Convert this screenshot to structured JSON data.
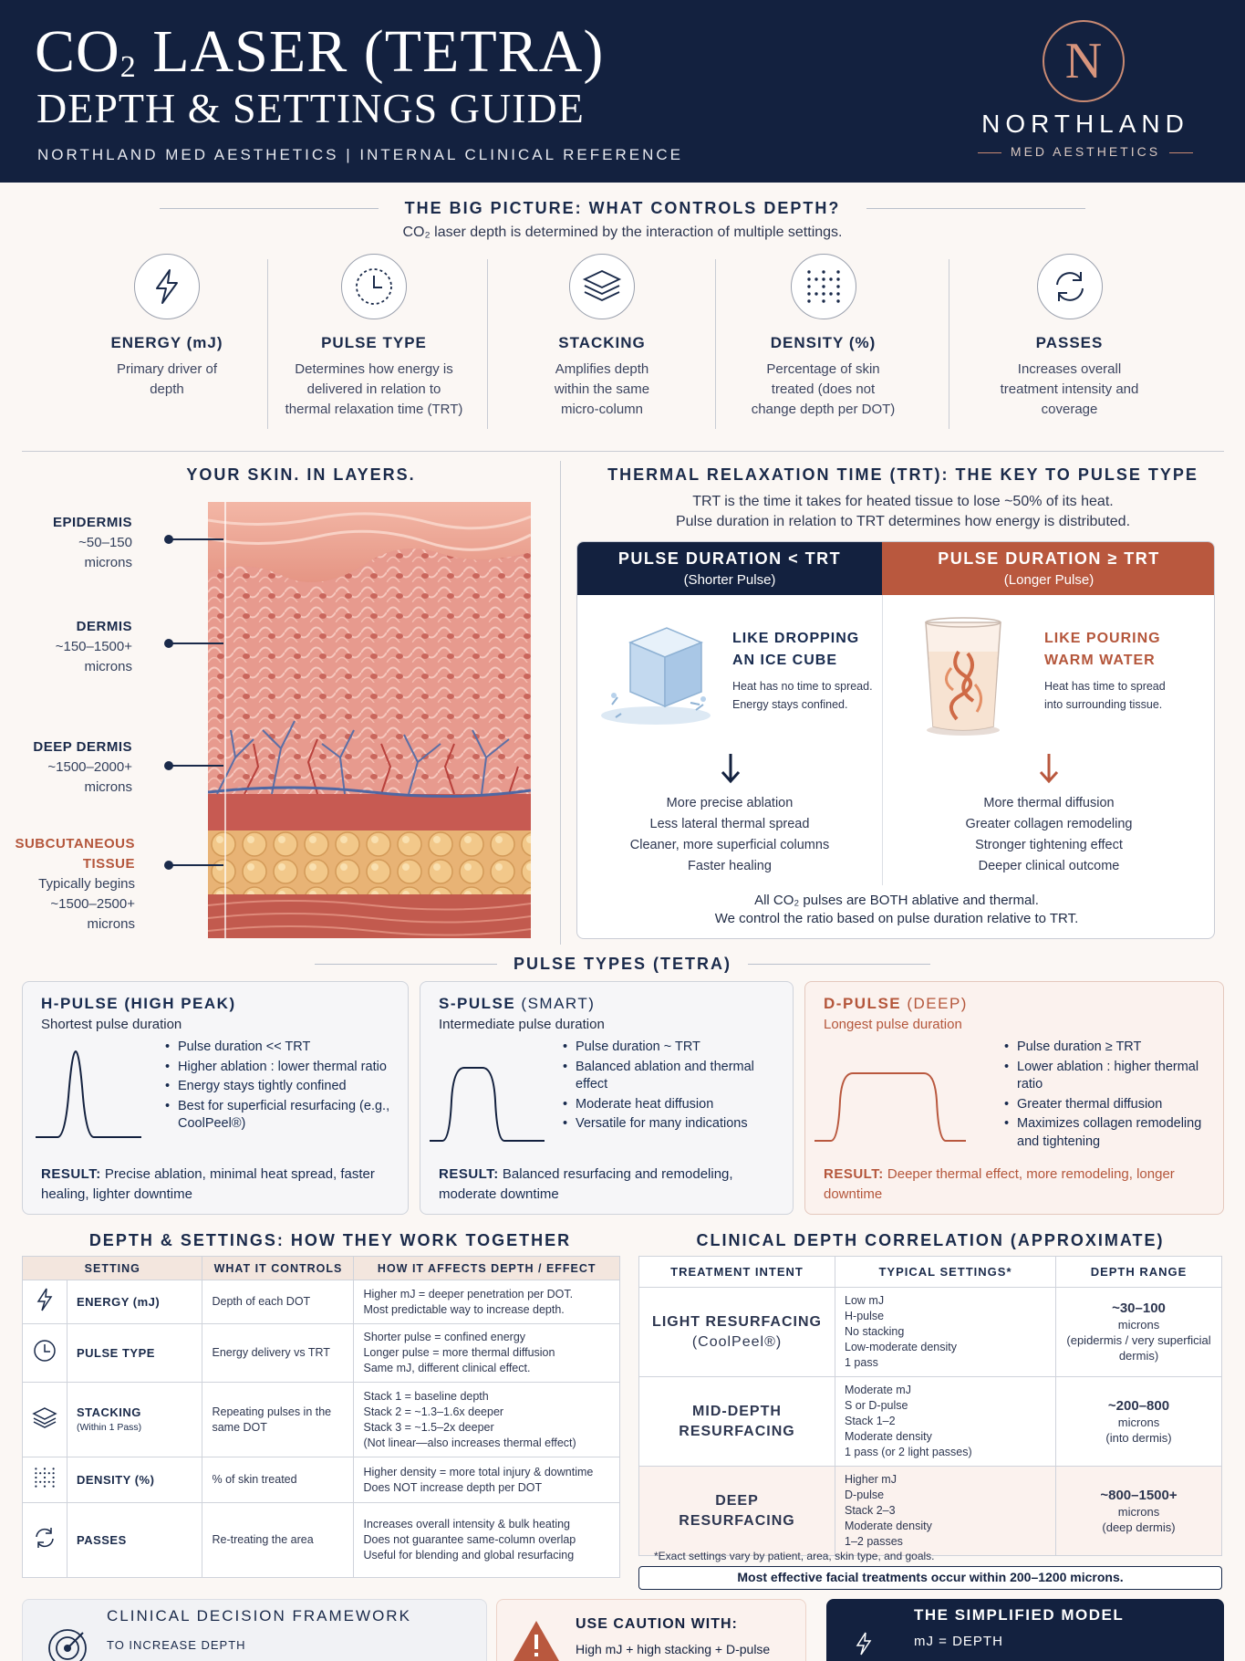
{
  "header": {
    "title_prefix": "CO",
    "title_sub": "2",
    "title_rest": " LASER (TETRA)",
    "title_line2": "DEPTH & SETTINGS GUIDE",
    "subtitle": "NORTHLAND MED AESTHETICS  |  INTERNAL CLINICAL REFERENCE",
    "logo_letter": "N",
    "logo_name": "NORTHLAND",
    "logo_sub": "MED AESTHETICS"
  },
  "big_picture": {
    "title": "THE BIG PICTURE: WHAT CONTROLS DEPTH?",
    "subtitle": "CO₂ laser depth is determined by the interaction of multiple settings.",
    "items": [
      {
        "head": "ENERGY (mJ)",
        "desc": "Primary driver of depth",
        "icon": "lightning-icon"
      },
      {
        "head": "PULSE TYPE",
        "desc": "Determines how energy is delivered in relation to thermal relaxation time (TRT)",
        "icon": "clock-icon"
      },
      {
        "head": "STACKING",
        "desc": "Amplifies depth within the same micro-column",
        "icon": "layers-icon"
      },
      {
        "head": "DENSITY (%)",
        "desc": "Percentage of skin treated (does not change depth per DOT)",
        "icon": "dot-grid-icon"
      },
      {
        "head": "PASSES",
        "desc": "Increases overall treatment intensity and coverage",
        "icon": "refresh-icon"
      }
    ]
  },
  "skin": {
    "title": "YOUR SKIN. IN LAYERS.",
    "layers": [
      {
        "name": "EPIDERMIS",
        "range": "~50–150",
        "unit": "microns"
      },
      {
        "name": "DERMIS",
        "range": "~150–1500+",
        "unit": "microns"
      },
      {
        "name": "DEEP DERMIS",
        "range": "~1500–2000+",
        "unit": "microns"
      },
      {
        "name": "SUBCUTANEOUS",
        "name2": "TISSUE",
        "range_pre": "Typically begins",
        "range": "~1500–2500+",
        "unit": "microns"
      }
    ]
  },
  "trt": {
    "title": "THERMAL RELAXATION TIME (TRT): THE KEY TO PULSE TYPE",
    "sub1": "TRT is the time it takes for heated tissue to lose ~50% of its heat.",
    "sub2": "Pulse duration in relation to TRT determines how energy is distributed.",
    "left": {
      "head": "PULSE DURATION < TRT",
      "head_sub": "(Shorter Pulse)",
      "analogy1": "LIKE DROPPING",
      "analogy2": "AN ICE CUBE",
      "desc1": "Heat has no time to spread.",
      "desc2": "Energy stays confined.",
      "outcomes": [
        "More precise ablation",
        "Less lateral thermal spread",
        "Cleaner, more superficial columns",
        "Faster healing"
      ]
    },
    "right": {
      "head": "PULSE DURATION ≥ TRT",
      "head_sub": "(Longer Pulse)",
      "analogy1": "LIKE POURING",
      "analogy2": "WARM WATER",
      "desc1": "Heat has time to spread",
      "desc2": "into surrounding tissue.",
      "outcomes": [
        "More thermal diffusion",
        "Greater collagen remodeling",
        "Stronger tightening effect",
        "Deeper clinical outcome"
      ]
    },
    "foot1": "All CO₂ pulses are BOTH ablative and thermal.",
    "foot2": "We control the ratio based on pulse duration relative to TRT."
  },
  "pulse_types": {
    "title": "PULSE TYPES (TETRA)",
    "cards": [
      {
        "title_main": "H-PULSE (HIGH PEAK)",
        "title_extra": "",
        "sub": "Shortest pulse duration",
        "bullets": [
          "Pulse duration << TRT",
          "Higher ablation : lower thermal ratio",
          "Energy stays tightly confined",
          "Best for superficial resurfacing (e.g., CoolPeel®)"
        ],
        "result_label": "RESULT:",
        "result": "Precise ablation, minimal heat spread, faster healing, lighter downtime"
      },
      {
        "title_main": "S-PULSE",
        "title_extra": " (SMART)",
        "sub": "Intermediate pulse duration",
        "bullets": [
          "Pulse duration ~ TRT",
          "Balanced ablation and thermal effect",
          "Moderate heat diffusion",
          "Versatile for many indications"
        ],
        "result_label": "RESULT:",
        "result": "Balanced resurfacing and remodeling, moderate downtime"
      },
      {
        "title_main": "D-PULSE",
        "title_extra": " (DEEP)",
        "sub": "Longest pulse duration",
        "bullets": [
          "Pulse duration ≥ TRT",
          "Lower ablation : higher thermal ratio",
          "Greater thermal diffusion",
          "Maximizes collagen remodeling and tightening"
        ],
        "result_label": "RESULT:",
        "result": "Deeper thermal effect, more remodeling, longer downtime"
      }
    ]
  },
  "settings_table": {
    "title": "DEPTH & SETTINGS: HOW THEY WORK TOGETHER",
    "headers": [
      "SETTING",
      "WHAT IT CONTROLS",
      "HOW IT AFFECTS DEPTH / EFFECT"
    ],
    "rows": [
      {
        "name": "ENERGY (mJ)",
        "note": "",
        "controls": "Depth of each DOT",
        "effect": [
          "Higher mJ = deeper penetration per DOT.",
          "Most predictable way to increase depth."
        ]
      },
      {
        "name": "PULSE TYPE",
        "note": "",
        "controls": "Energy delivery vs TRT",
        "effect": [
          "Shorter pulse = confined energy",
          "Longer pulse = more thermal diffusion",
          "Same mJ, different clinical effect."
        ]
      },
      {
        "name": "STACKING",
        "note": "(Within 1 Pass)",
        "controls": "Repeating pulses in the same DOT",
        "effect": [
          "Stack 1 = baseline depth",
          "Stack 2 = ~1.3–1.6x deeper",
          "Stack 3 = ~1.5–2x deeper",
          "(Not linear—also increases thermal effect)"
        ]
      },
      {
        "name": "DENSITY (%)",
        "note": "",
        "controls": "% of skin treated",
        "effect": [
          "Higher density = more total injury & downtime",
          "Does NOT increase depth per DOT"
        ]
      },
      {
        "name": "PASSES",
        "note": "",
        "controls": "Re-treating the area",
        "effect": [
          "Increases overall intensity & bulk heating",
          "Does not guarantee same-column overlap",
          "Useful for blending and global resurfacing"
        ]
      }
    ]
  },
  "depth_table": {
    "title": "CLINICAL DEPTH CORRELATION (APPROXIMATE)",
    "headers": [
      "TREATMENT INTENT",
      "TYPICAL SETTINGS*",
      "DEPTH RANGE"
    ],
    "rows": [
      {
        "intent1": "LIGHT RESURFACING",
        "intent2": "(CoolPeel®)",
        "settings": [
          "Low mJ",
          "H-pulse",
          "No stacking",
          "Low-moderate density",
          "1 pass"
        ],
        "range": "~30–100",
        "range_unit": "microns",
        "range_note": "(epidermis / very superficial dermis)"
      },
      {
        "intent1": "MID-DEPTH",
        "intent2": "RESURFACING",
        "settings": [
          "Moderate mJ",
          "S or D-pulse",
          "Stack 1–2",
          "Moderate density",
          "1 pass (or 2 light passes)"
        ],
        "range": "~200–800",
        "range_unit": "microns",
        "range_note": "(into dermis)"
      },
      {
        "intent1": "DEEP",
        "intent2": "RESURFACING",
        "settings": [
          "Higher mJ",
          "D-pulse",
          "Stack 2–3",
          "Moderate density",
          "1–2 passes"
        ],
        "range": "~800–1500+",
        "range_unit": "microns",
        "range_note": "(deep dermis)"
      }
    ],
    "note": "*Exact settings vary by patient, area, skin type, and goals.",
    "highlight": "Most effective facial treatments occur within 200–1200 microns."
  },
  "bottom": {
    "framework_title": "CLINICAL DECISION FRAMEWORK",
    "framework_sub": "TO INCREASE DEPTH",
    "caution_title": "USE CAUTION WITH:",
    "caution_item": "High mJ + high stacking + D-pulse",
    "model_title": "THE SIMPLIFIED MODEL",
    "model_item": "mJ = DEPTH"
  },
  "colors": {
    "navy": "#13213f",
    "rust": "#b4563b",
    "background": "#fbf7f4"
  }
}
